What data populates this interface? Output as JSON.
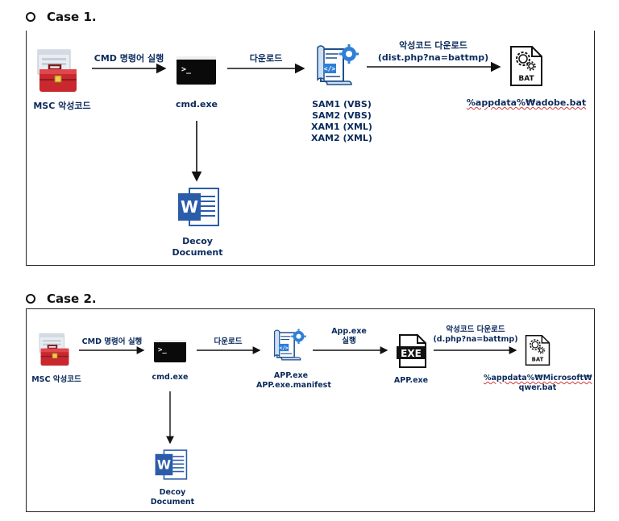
{
  "case1": {
    "title": "Case 1.",
    "cmd_arrow_label": "CMD 명령어 실행",
    "download_label": "다운로드",
    "malware_download_label": "악성코드 다운로드",
    "malware_download_url": "(dist.php?na=battmp)",
    "msc_label": "MSC 악성코드",
    "cmd_label": "cmd.exe",
    "files": [
      "SAM1 (VBS)",
      "SAM2 (VBS)",
      "XAM1 (XML)",
      "XAM2 (XML)"
    ],
    "bat_path": "%appdata%₩adobe.bat",
    "bat_badge": "BAT",
    "decoy_line1": "Decoy",
    "decoy_line2": "Document",
    "word_letter": "W"
  },
  "case2": {
    "title": "Case 2.",
    "cmd_arrow_label": "CMD 명령어 실행",
    "download_label": "다운로드",
    "app_exec_line1": "App.exe",
    "app_exec_line2": "실행",
    "malware_download_label": "악성코드 다운로드",
    "malware_download_url": "(d.php?na=battmp)",
    "msc_label": "MSC 악성코드",
    "cmd_label": "cmd.exe",
    "manifest_line1": "APP.exe",
    "manifest_line2": "APP.exe.manifest",
    "app_label": "APP.exe",
    "exe_badge": "EXE",
    "bat_path_line1": "%appdata%₩Microsoft₩",
    "bat_path_line2": "qwer.bat",
    "bat_badge": "BAT",
    "decoy_line1": "Decoy",
    "decoy_line2": "Document",
    "word_letter": "W"
  },
  "colors": {
    "label_text": "#0b2a5c",
    "toolbox_red": "#c8282e",
    "script_blue": "#2f7fd6",
    "word_blue": "#2b5caa"
  }
}
